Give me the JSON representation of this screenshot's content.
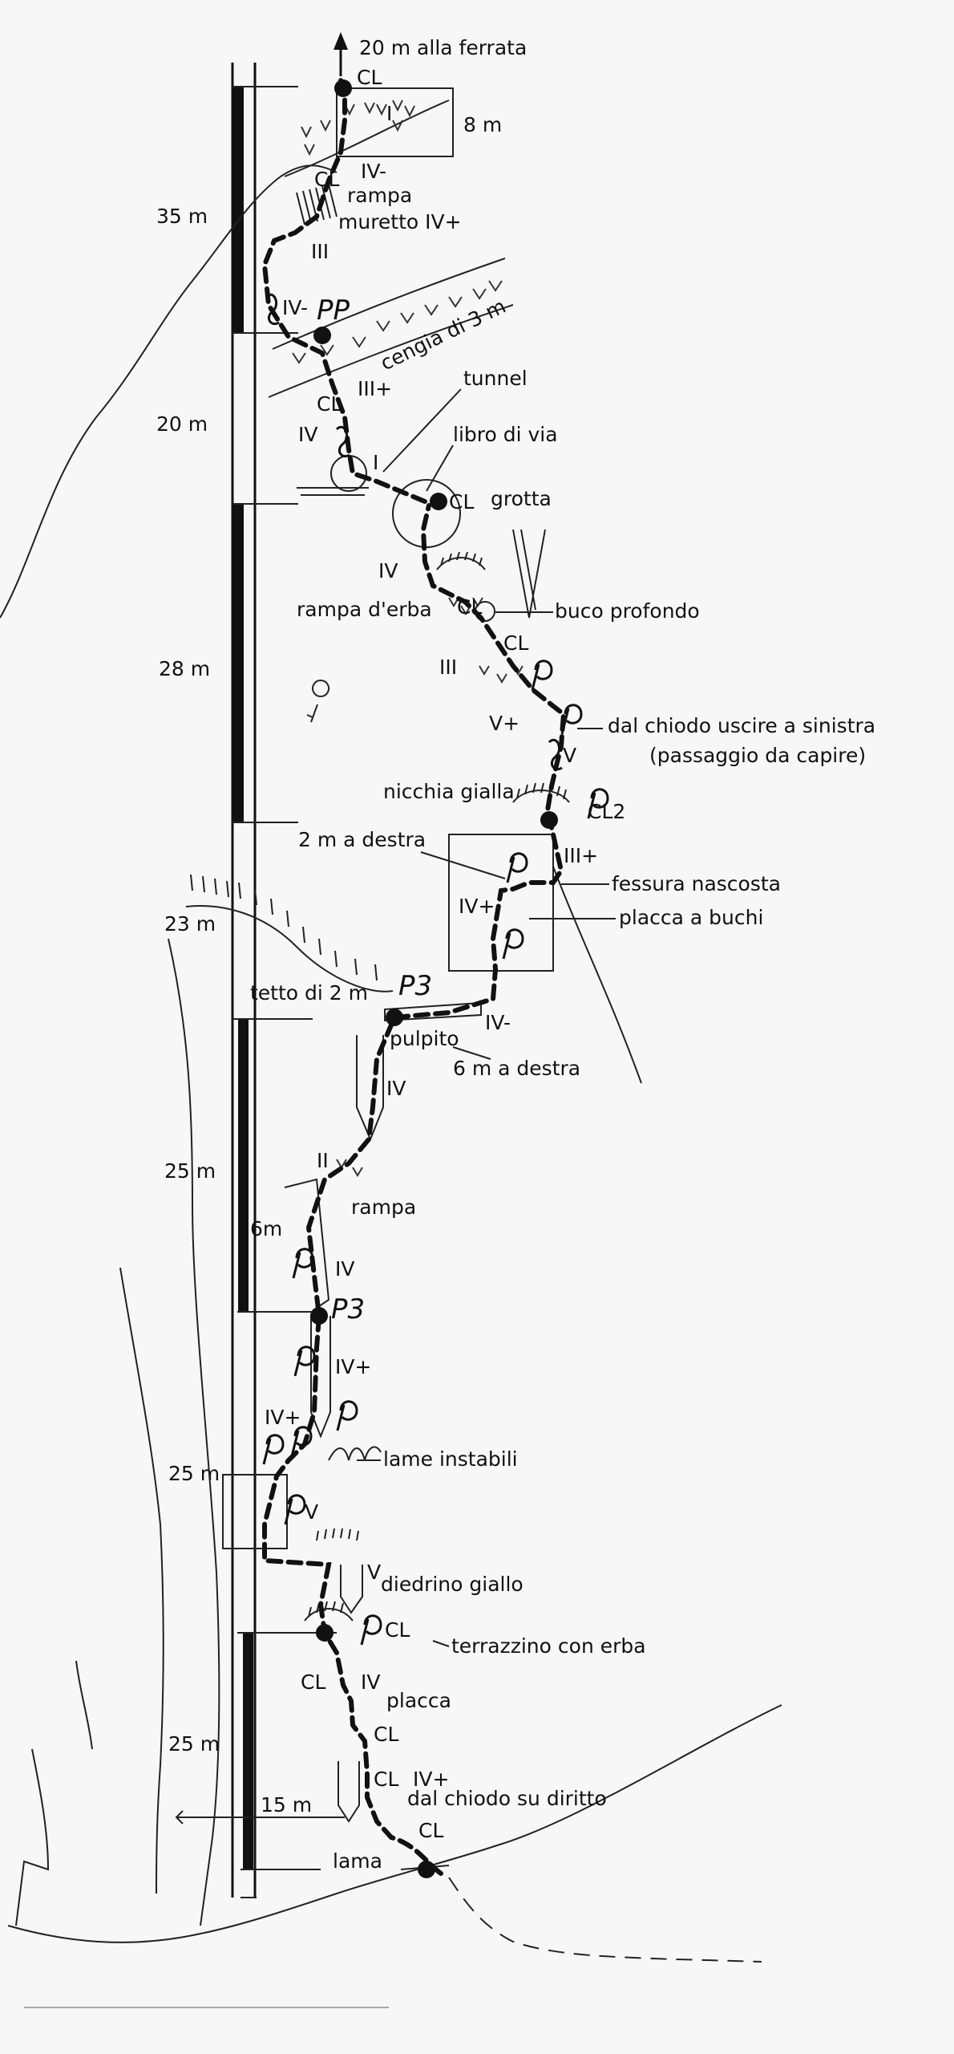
{
  "labels": {
    "top_exit": "20 m alla ferrata",
    "cl": "CL",
    "cl2": "CL2",
    "eight_m": "8 m",
    "rampa": "rampa",
    "muretto": "muretto IV+",
    "cengia": "cengia di 3 m",
    "tunnel": "tunnel",
    "libro": "libro di via",
    "grotta": "grotta",
    "rampa_erba": "rampa d'erba",
    "buco": "buco profondo",
    "chiodo_line1": "dal chiodo uscire a sinistra",
    "chiodo_line2": "(passaggio da capire)",
    "nicchia": "nicchia gialla",
    "due_m": "2 m a destra",
    "fessura": "fessura nascosta",
    "placca_buchi": "placca a buchi",
    "tetto": "tetto di 2 m",
    "pulpito": "pulpito",
    "sei_m_destra": "6 m a destra",
    "rampa2": "rampa",
    "sei_m": "6m",
    "lame": "lame instabili",
    "diedrino": "diedrino giallo",
    "terrazzino": "terrazzino con erba",
    "placca": "placca",
    "dal_chiodo": "dal chiodo su diritto",
    "quindici": "15 m",
    "lama": "lama"
  },
  "pitch_lengths": [
    "35 m",
    "20 m",
    "28 m",
    "23 m",
    "25 m",
    "25 m",
    "25 m"
  ],
  "grades": {
    "I_top": "I",
    "IVm_1": "IV-",
    "III_1": "III",
    "IVm_2": "IV-",
    "IIIp_1": "III+",
    "IV_1": "IV",
    "I_tunnel": "I",
    "IV_2": "IV",
    "III_2": "III",
    "Vp_1": "V+",
    "V_1": "V",
    "IIIp_2": "III+",
    "IVp_1": "IV+",
    "IVm_3": "IV-",
    "IV_3": "IV",
    "II_1": "II",
    "IV_4": "IV",
    "IVp_2": "IV+",
    "IVp_3": "IV+",
    "V_2": "V",
    "V_3": "V",
    "IV_5": "IV",
    "IVp_4": "IV+"
  },
  "hand_marks": {
    "pp": "PP",
    "p3_a": "P3",
    "p3_b": "P3"
  },
  "colors": {
    "ink": "#111111",
    "paper": "#f7f7f7"
  }
}
